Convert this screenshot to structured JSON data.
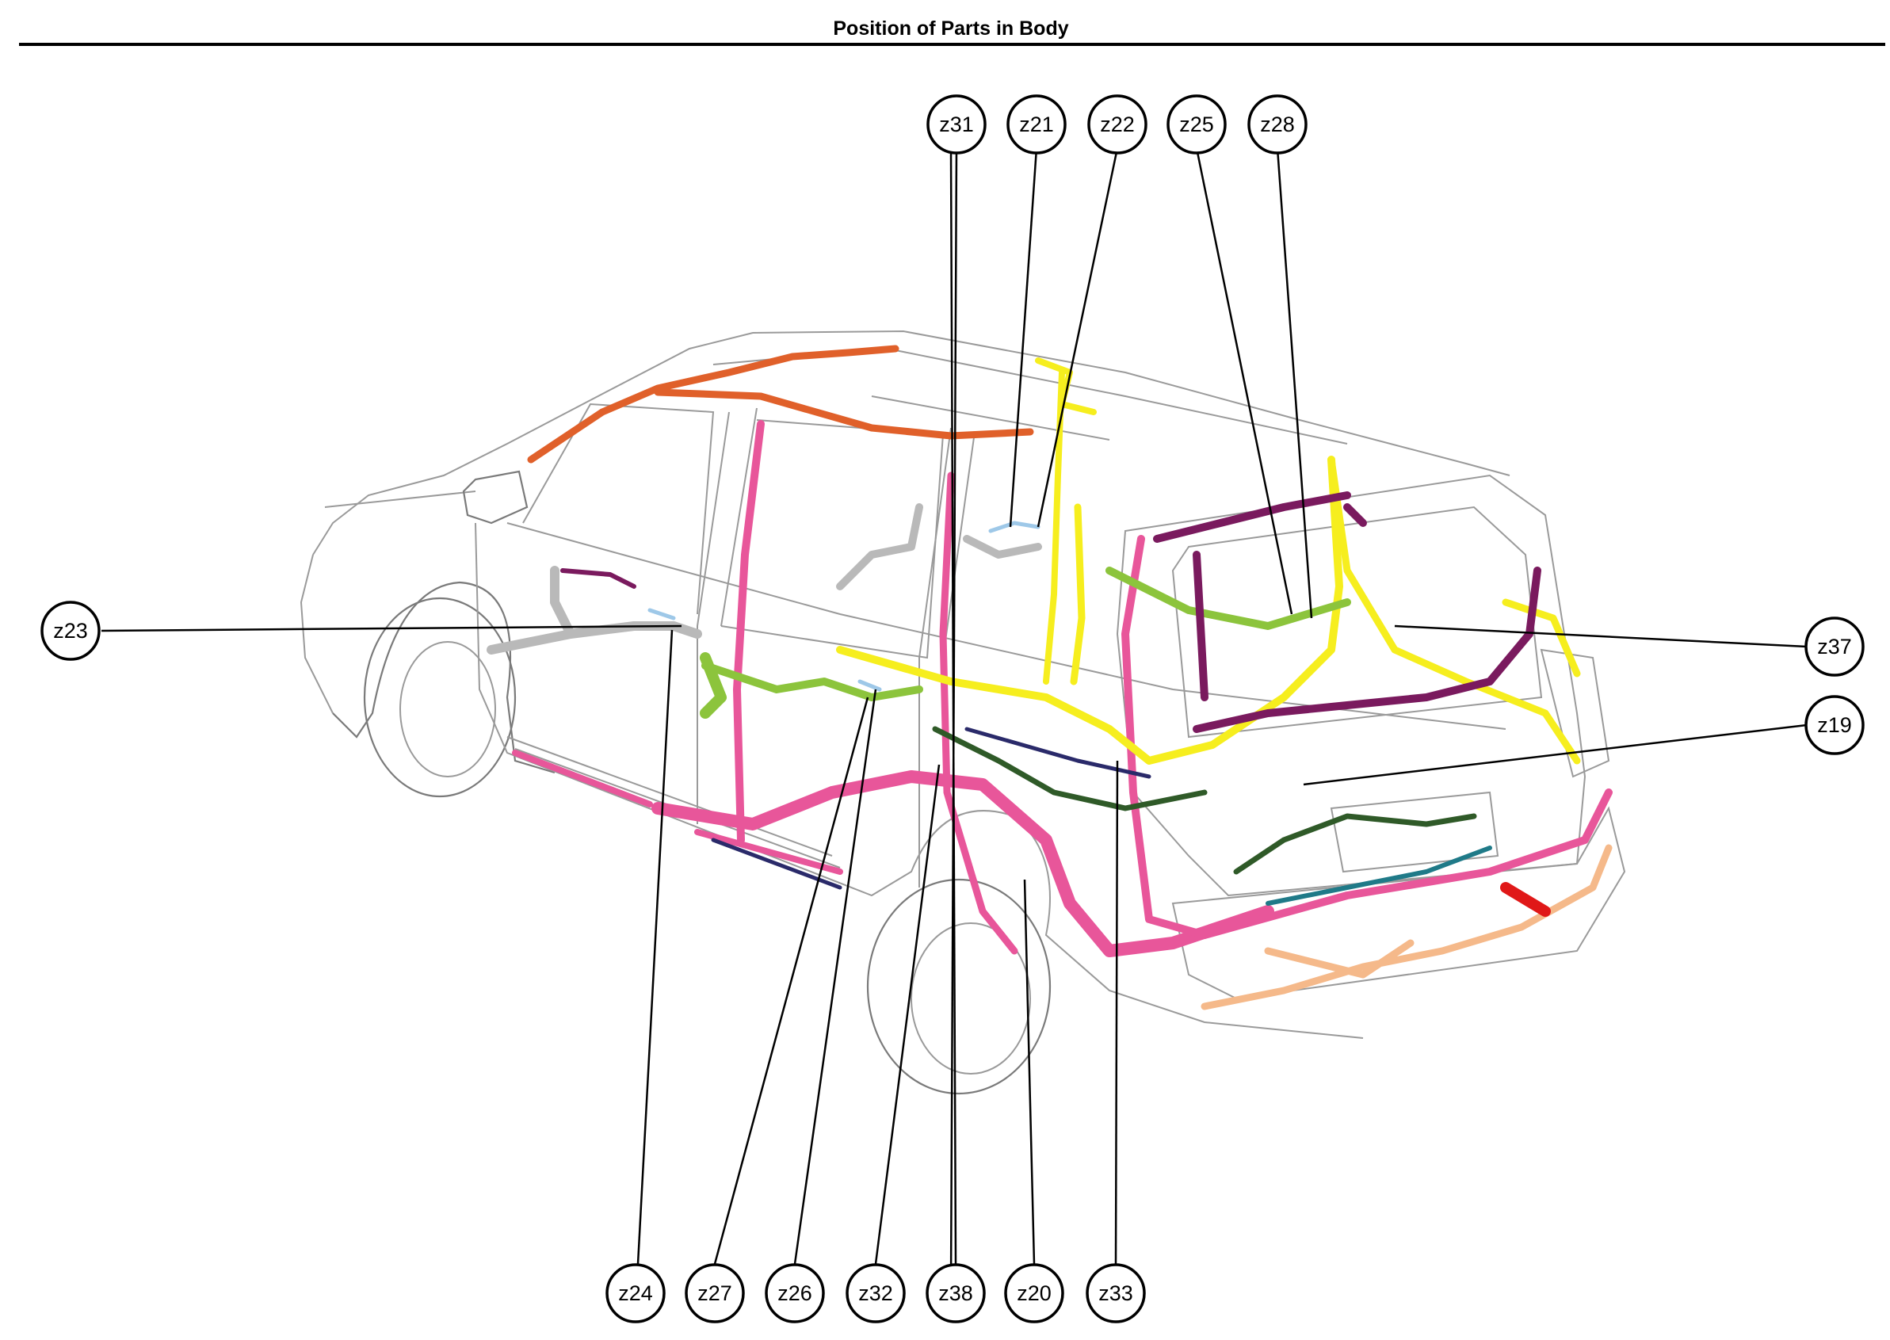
{
  "header": {
    "title": "Position of Parts in Body"
  },
  "colors": {
    "harness_pink": "#e8569a",
    "harness_yellow": "#f6ee1e",
    "harness_green": "#8cc43c",
    "harness_purple": "#7a1a5e",
    "harness_orange": "#e0602a",
    "harness_teal": "#1f7a88",
    "harness_peach": "#f5b98a",
    "harness_gray": "#b9b9b9",
    "harness_darkgreen": "#2f5a28",
    "harness_navy": "#2a2a6a",
    "harness_red": "#e01818",
    "harness_lightblue": "#9ec8e8"
  },
  "callouts": [
    {
      "id": "z31",
      "label": "z31"
    },
    {
      "id": "z21",
      "label": "z21"
    },
    {
      "id": "z22",
      "label": "z22"
    },
    {
      "id": "z25",
      "label": "z25"
    },
    {
      "id": "z28",
      "label": "z28"
    },
    {
      "id": "z23",
      "label": "z23"
    },
    {
      "id": "z37",
      "label": "z37"
    },
    {
      "id": "z19",
      "label": "z19"
    },
    {
      "id": "z24",
      "label": "z24"
    },
    {
      "id": "z27",
      "label": "z27"
    },
    {
      "id": "z26",
      "label": "z26"
    },
    {
      "id": "z32",
      "label": "z32"
    },
    {
      "id": "z38",
      "label": "z38"
    },
    {
      "id": "z20",
      "label": "z20"
    },
    {
      "id": "z33",
      "label": "z33"
    }
  ]
}
